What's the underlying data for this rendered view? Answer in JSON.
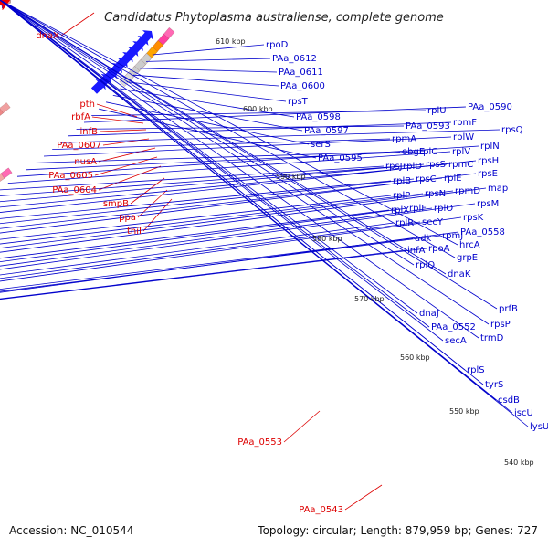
{
  "title": "Candidatus Phytoplasma australiense, complete genome",
  "footer": {
    "accession": "Accession: NC_010544",
    "summary": "Topology: circular; Length: 879,959 bp; Genes: 727"
  },
  "colors": {
    "plus_label": "#0000cc",
    "minus_label": "#dd0000",
    "backbone": "#888888",
    "dots": "#2e8b2e"
  },
  "ticks": [
    "610 kbp",
    "600 kbp",
    "590 kbp",
    "580 kbp",
    "570 kbp",
    "560 kbp",
    "550 kbp",
    "540 kbp"
  ],
  "minus_labels": [
    "dnaX",
    "pth",
    "rbfA",
    "infB",
    "PAa_0607",
    "nusA",
    "PAa_0605",
    "PAa_0604",
    "smpB",
    "ppa",
    "thiI",
    "PAa_0553",
    "PAa_0543"
  ],
  "plus_labels": [
    "rpoD",
    "PAa_0612",
    "PAa_0611",
    "PAa_0600",
    "rpsT",
    "PAa_0598",
    "PAa_0597",
    "serS",
    "PAa_0595",
    "rplU",
    "PAa_0590",
    "PAa_0593",
    "rpmF",
    "rpsQ",
    "rpmA",
    "rplW",
    "obgE",
    "rplC",
    "rplN",
    "rplV",
    "rpsJ",
    "rplD",
    "rpsS",
    "rpmC",
    "rpsH",
    "rplB",
    "rpsC",
    "rplE",
    "rpsE",
    "rplP",
    "rpsN",
    "rpmD",
    "map",
    "rplX",
    "rplF",
    "rplO",
    "rpsM",
    "rplR",
    "secY",
    "rpsK",
    "adk",
    "rpmJ",
    "PAa_0558",
    "infA",
    "rpoA",
    "hrcA",
    "rplQ",
    "grpE",
    "dnaK",
    "dnaJ",
    "prfB",
    "PAa_0552",
    "rpsP",
    "secA",
    "trmD",
    "rplS",
    "tyrS",
    "csdB",
    "iscU",
    "lysU"
  ]
}
